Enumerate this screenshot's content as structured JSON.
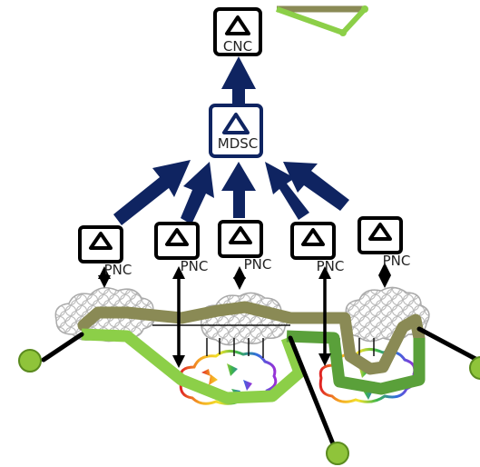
{
  "labels": {
    "cnc": "CNC",
    "mdsc": "MDSC",
    "pnc": "PNC"
  },
  "colors": {
    "navy": "#0f2461",
    "olive": "#8a8a55",
    "light_green": "#8ccf48",
    "dark_green": "#5aa03a",
    "cloud_grey": "#b5b5b5",
    "endpoint_fill": "#8fc43a",
    "endpoint_stroke": "#5a8a1e"
  },
  "icons": {
    "controller": "triangle-in-rounded-box-icon",
    "network": "cloud-icon",
    "endpoint": "green-circle-endpoint-icon"
  }
}
